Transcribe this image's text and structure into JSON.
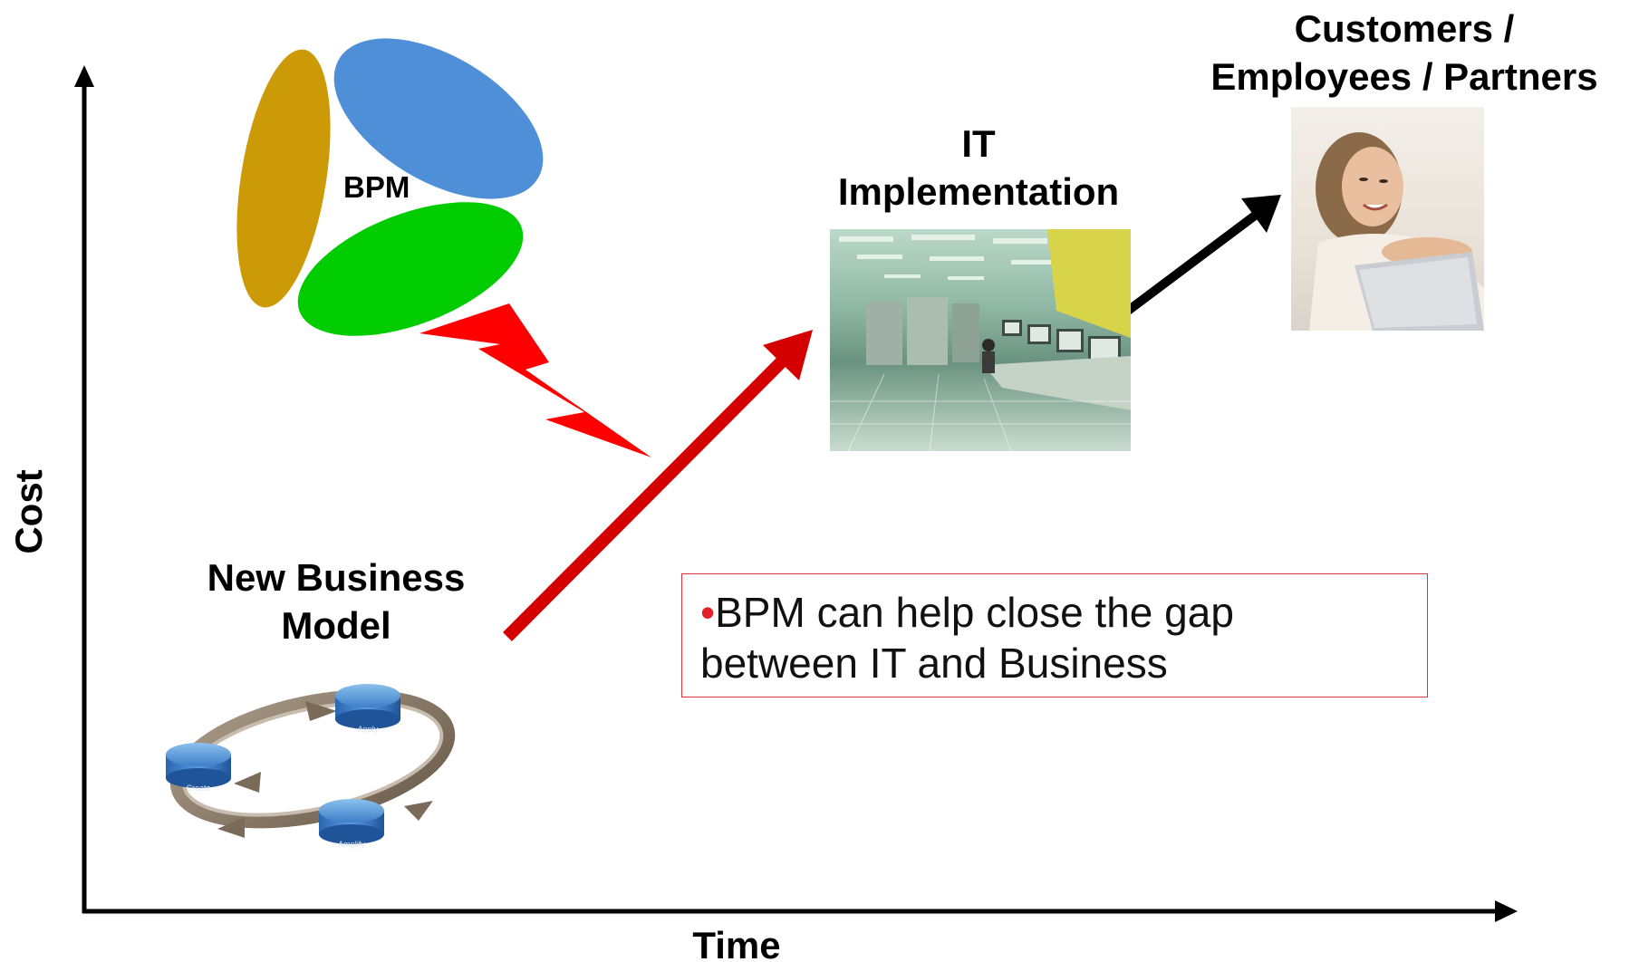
{
  "axes": {
    "y_label": "Cost",
    "x_label": "Time"
  },
  "bpm_logo": {
    "label": "BPM",
    "colors": {
      "gold": "#CC9A06",
      "blue": "#4F8FD8",
      "green": "#00CC00"
    }
  },
  "new_business_model": {
    "title_line1": "New Business",
    "title_line2": "Model",
    "cycle_steps": [
      "Apply",
      "Create",
      "Amplify"
    ]
  },
  "it_implementation": {
    "title_line1": "IT",
    "title_line2": "Implementation"
  },
  "customers": {
    "title_line1": "Customers /",
    "title_line2": "Employees / Partners"
  },
  "callout": {
    "bullet": "•",
    "text_line1": "BPM can help close the gap",
    "text_line2": "between IT and Business",
    "border_color": "#E0303A"
  },
  "arrows": {
    "main_arrow_color": "#D40000",
    "lightning_color": "#FF0000",
    "customer_arrow_color": "#000000"
  }
}
